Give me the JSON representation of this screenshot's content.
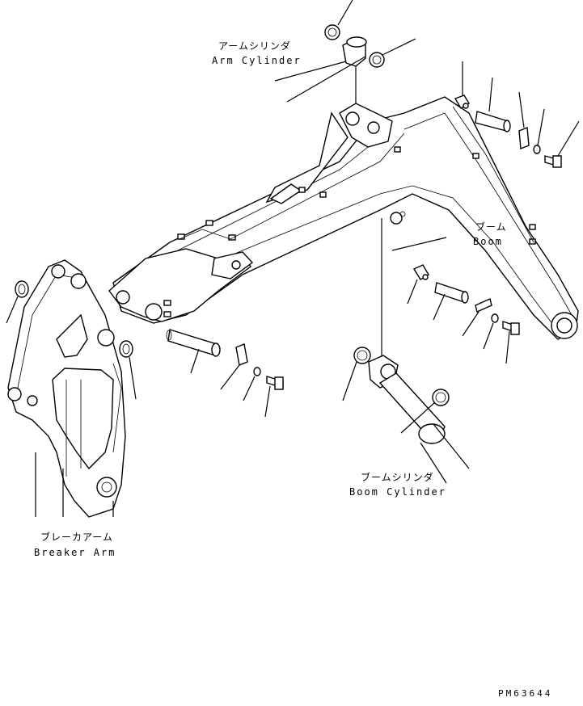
{
  "labels": {
    "arm_cylinder_jp": "アームシリンダ",
    "arm_cylinder_en": "Arm Cylinder",
    "boom_jp": "ブーム",
    "boom_en": "Boom",
    "boom_cylinder_jp": "ブームシリンダ",
    "boom_cylinder_en": "Boom Cylinder",
    "breaker_arm_jp": "ブレーカアーム",
    "breaker_arm_en": "Breaker Arm"
  },
  "drawing_number": "PM63644"
}
